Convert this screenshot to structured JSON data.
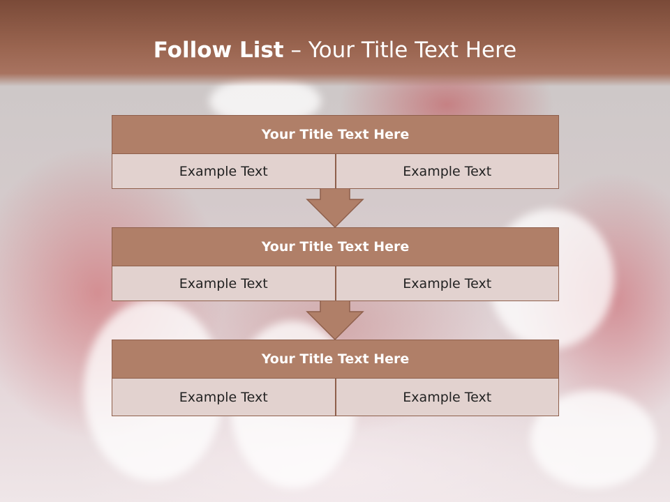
{
  "slide": {
    "title_bold": "Follow List",
    "title_rest": " – Your Title Text Here"
  },
  "steps": [
    {
      "title": "Your Title Text Here",
      "left": "Example Text",
      "right": "Example Text"
    },
    {
      "title": "Your Title Text Here",
      "left": "Example Text",
      "right": "Example Text"
    },
    {
      "title": "Your Title Text Here",
      "left": "Example Text",
      "right": "Example Text"
    }
  ],
  "colors": {
    "header_band": "#9a6550",
    "block_title": "#b07f68",
    "cell": "#e2d2cf",
    "arrow": "#b07f68",
    "border": "#8e5f4b"
  }
}
